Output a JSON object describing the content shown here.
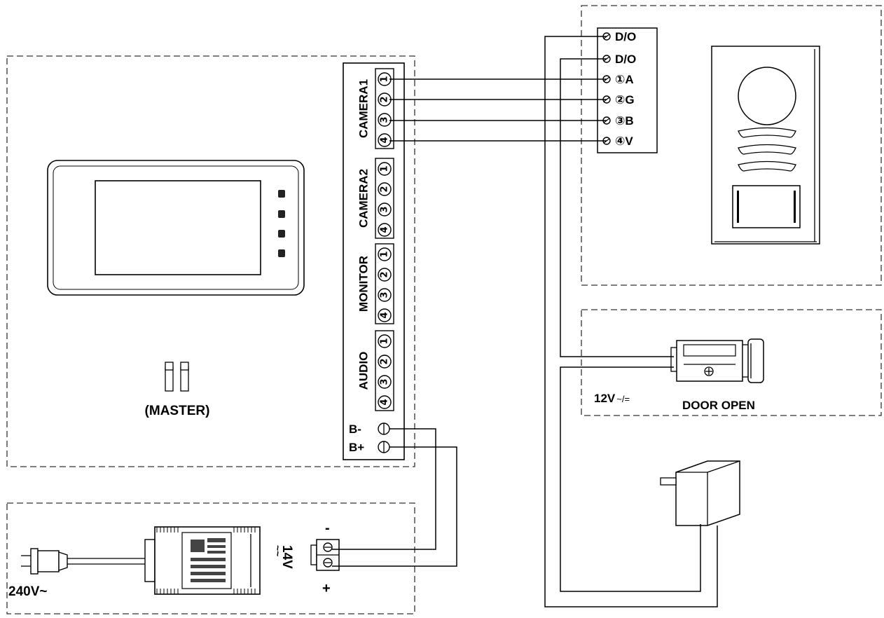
{
  "terminal_groups": [
    {
      "name": "CAMERA1",
      "pins": [
        "1",
        "2",
        "3",
        "4"
      ]
    },
    {
      "name": "CAMERA2",
      "pins": [
        "1",
        "2",
        "3",
        "4"
      ]
    },
    {
      "name": "MONITOR",
      "pins": [
        "1",
        "2",
        "3",
        "4"
      ]
    },
    {
      "name": "AUDIO",
      "pins": [
        "1",
        "2",
        "3",
        "4"
      ]
    }
  ],
  "battery_terminals": [
    "B-",
    "B+"
  ],
  "monitor_unit": {
    "code_label": "11",
    "role_label": "(MASTER)"
  },
  "door_station_terminals": [
    "D/O",
    "D/O",
    "①A",
    "②G",
    "③B",
    "④V"
  ],
  "power_supply": {
    "mains_label": "240V~",
    "output_label": "14V",
    "ac_symbol": "~~",
    "minus_label": "-",
    "plus_label": "+"
  },
  "door_lock": {
    "voltage_label": "12V",
    "current_symbol": "~/=",
    "name_label": "DOOR OPEN"
  }
}
